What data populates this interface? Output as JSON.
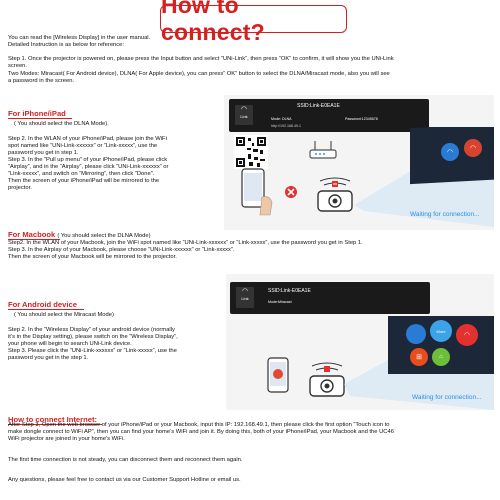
{
  "title": "How to connect?",
  "intro": {
    "line1": "You can read the [Wireless Display] in the user manual.",
    "line2": "Detailed Instruction is as below for reference:",
    "step1a": "Step 1. Once the projector is powered on, please press the Input button and select “UNi-Link”, then press “OK” to confirm, it will show you the UNi-Link",
    "step1b": "screen.",
    "modes_a": "Two Modes: Miracast( For Android device), DLNA( For Apple device), you can press“ OK” button to select the DLNA/Miracast mode, also you will see",
    "modes_b": "a password in the screen."
  },
  "iphone": {
    "heading": "For iPhone/iPad",
    "note": "( You should select the DLNA Mode).",
    "lines": [
      "Step 2. In the WLAN of your iPhone/iPad, please join the WiFi",
      "spot named like “UNi-Link-xxxxxx” or “Link-xxxxx”, use the",
      "password you get in step 1.",
      "Step 3. In the “Pull up menu” of your iPhone/iPad, please click",
      "“Airplay”, and in the “Airplay”, please click “UNi-Link-xxxxxx” or",
      "“Link-xxxxx”, and switch on “Mirroring”, then click “Done”.",
      "Then the screen of your iPhone/iPad will be mirrored to the",
      "projector."
    ]
  },
  "macbook": {
    "heading": "For Macbook",
    "note": "( You should select the DLNA Mode)",
    "lines": [
      "Step2. In the WLAN of your Macbook, join the WiFi spot named like “UNi-Link-xxxxxx” or “Link-xxxxx”, use the password you get in Step 1.",
      "Step 3. In the Airplay of your Macbook, please choose “UNi-Link-xxxxxx” or “Link-xxxxx”.",
      "Then the screen of your Macbook will be mirrored to the projector."
    ]
  },
  "android": {
    "heading": "For Android device",
    "note": "( You should select the Miracast Mode)",
    "lines": [
      "Step 2. In the “Wireless Display” of your android device (normally",
      "it’s in the Display setting), please switch on the “Wireless Display”,",
      "your phone will begin to search UNi-Link device.",
      "Step 3. Please click the “UNi-Link-xxxxxx” or “Link-xxxxx”, use the",
      "password you get in the step 1."
    ]
  },
  "internet": {
    "heading": "How to connect Internet:",
    "lines": [
      "After Step 3, Open the web browser of your iPhone/iPad or your Macbook, input this IP: 192.168.49.1, then please click the first option “Touch icon to",
      "make dongle connect to WiFi AP”, then you can find your home’s WiFi and join it. By doing this, both of your iPhone/iPad, your Macbook and the UC46",
      "WiFi projector are joined in your home’s WiFi."
    ],
    "note1": "The first time connection is not steady, you can disconnect them and reconnect them again.",
    "note2": "Any questions, please feel free to contact us via our Customer Support Hotline or email us."
  },
  "shot1": {
    "ssid": "SSID:Link-E0EA1E",
    "mode": "Mode: DLNA",
    "password": "Password:12345678",
    "ip": "http://192.168.49.1",
    "link_label": "Link",
    "waiting": "Waiting for connection..."
  },
  "shot2": {
    "ssid": "SSID:Link-E0EA1E",
    "mode": "Mode:Miracast",
    "link_label": "Link",
    "more_label": "More",
    "waiting": "Waiting for connection..."
  }
}
